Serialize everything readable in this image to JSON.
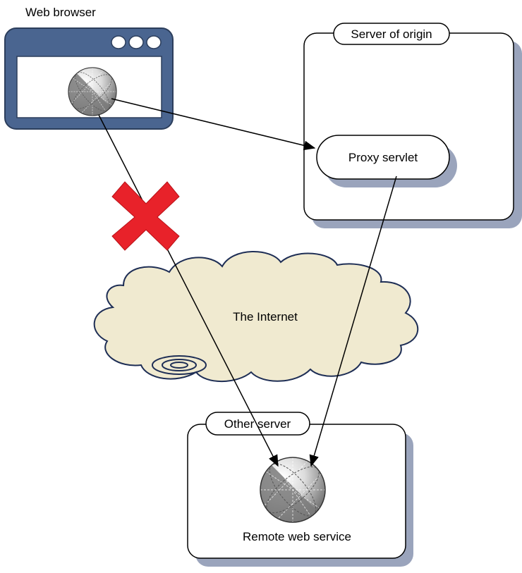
{
  "browser": {
    "label": "Web browser"
  },
  "origin_server": {
    "label": "Server of origin"
  },
  "proxy": {
    "label": "Proxy servlet"
  },
  "internet": {
    "label": "The Internet"
  },
  "other_server": {
    "label": "Other server"
  },
  "remote_service": {
    "label": "Remote web service"
  },
  "colors": {
    "browser_frame": "#4a6590",
    "browser_frame_dark": "#2c3e5c",
    "shadow": "#9aa4bc",
    "cloud_fill": "#f0ead0",
    "cloud_stroke": "#1e2e55",
    "blocked_cross": "#e8222a"
  },
  "connections": [
    {
      "from": "browser",
      "to": "proxy",
      "status": "allowed"
    },
    {
      "from": "proxy",
      "to": "remote_service",
      "status": "allowed"
    },
    {
      "from": "browser",
      "to": "remote_service",
      "status": "blocked"
    }
  ]
}
